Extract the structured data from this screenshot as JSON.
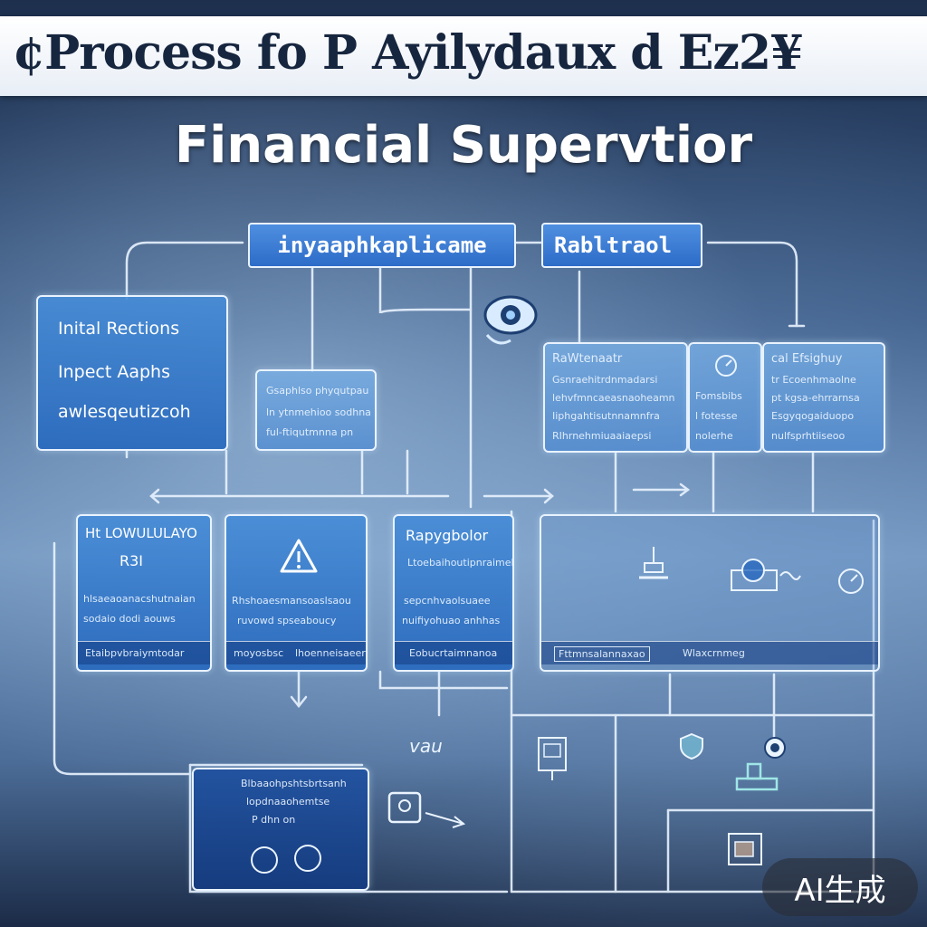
{
  "banner": {
    "title": "¢Process fo P Ayilydaux d Ez2¥"
  },
  "subtitle": "Financial Supervtior",
  "top_pills": [
    "inyaaphkaplicame",
    "Rabltraol"
  ],
  "initial_box": {
    "lines": [
      "Inital Rections",
      "Inpect Aaphs",
      "awlesqeutizcoh"
    ]
  },
  "middle_box": {
    "lines": [
      "Gsaphlso phyqutpau",
      "ln ytnmehioo sodhna",
      "ful-ftiqutmnna pn"
    ]
  },
  "right_panel": {
    "col1": [
      "RaWtenaatr",
      "Gsnraehitrdnmadarsi",
      "lehvfmncaeasnaoheamn",
      "Iiphgahtisutnnamnfra",
      "RIhrnehmiuaaiaepsi"
    ],
    "col2": [
      "Fomsbibs",
      "l fotesse",
      "nolerhe"
    ],
    "col3": [
      "cal Efsighuy",
      "tr Ecoenhmaolne",
      "pt kgsa-ehrrarnsa",
      "Esgyqogaiduopo",
      "nulfsprhtiiseoo"
    ]
  },
  "row2": {
    "box_a": {
      "title": "Ht LOWULULAYO",
      "sub": "R3I",
      "lines": [
        "hlsaeaoanacshutnaian",
        "sodaio dodi aouws"
      ],
      "footer": "Etaibpvbraiymtodar"
    },
    "box_b": {
      "lines": [
        "Rhshoaesmansoaslsaou",
        "ruvowd spseaboucy"
      ],
      "footer": [
        "moyosbsc",
        "lhoenneisaeer"
      ]
    },
    "box_c": {
      "title": "Rapygbolor",
      "sub": "Ltoebaihoutipnraimeh",
      "lines": [
        "sepcnhvaolsuaee",
        "nuifiyohuao anhhas"
      ],
      "footer": "Eobucrtaimnanoa"
    },
    "box_d": {
      "footer": [
        "Fttmnsalannaxao",
        "Wlaxcrnmeg"
      ]
    }
  },
  "bottom": {
    "left_box": {
      "lines": [
        "Blbaaohpshtsbrtsanh",
        "lopdnaaohemtse",
        "P dhn on"
      ]
    },
    "scribble": "vau"
  },
  "watermark": "AI生成",
  "colors": {
    "accent": "#2d6cc8",
    "banner_text": "#17263f",
    "line": "#e9f3ff"
  },
  "icons": [
    "warning-triangle-icon",
    "camera-icon",
    "eye-icon",
    "gauge-icon",
    "pin-icon",
    "monitor-icon",
    "shield-icon",
    "person-icon"
  ]
}
